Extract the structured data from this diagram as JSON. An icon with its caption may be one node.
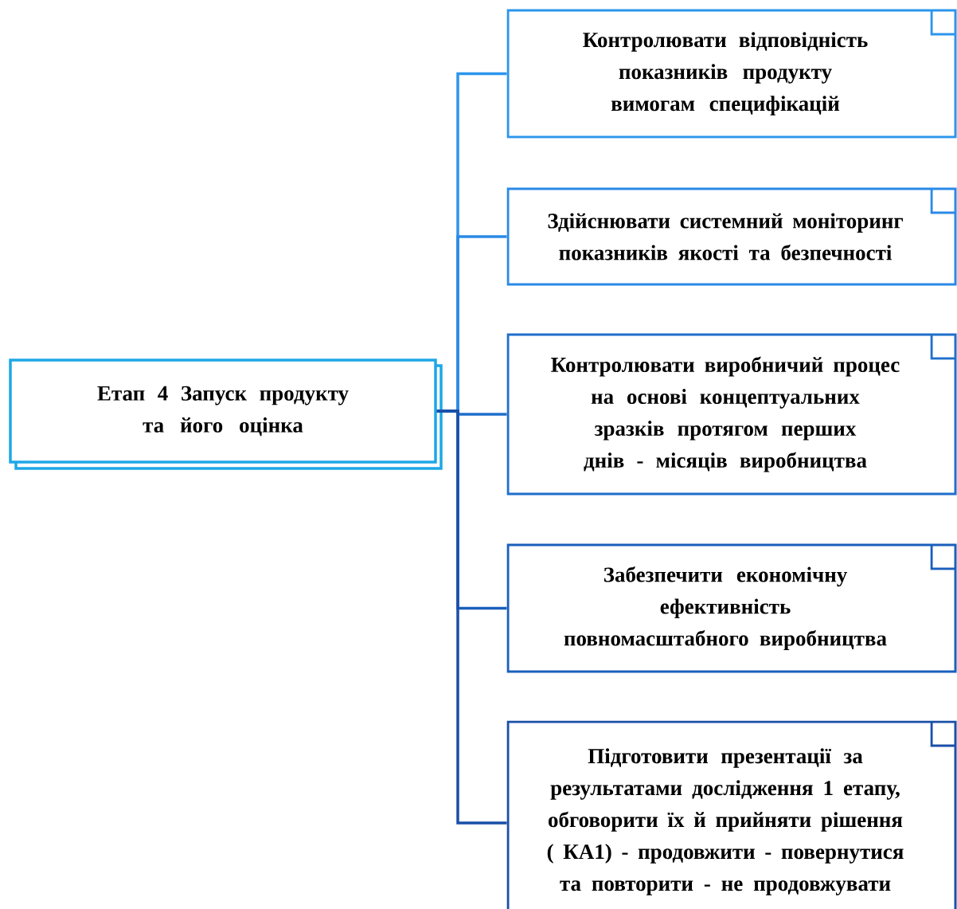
{
  "diagram": {
    "nodes": [
      {
        "text": [
          "Етап 4 Запуск продукту та його оцінка"
        ]
      },
      {
        "text": [
          "Контролювати відповідність показників продукту вимогам специфікацій"
        ]
      },
      {
        "text": [
          "Здійснювати системний моніторинг показників якості та безпечності"
        ]
      },
      {
        "text": [
          "Контролювати виробничий процес на основі концептуальних зразків протягом перших днів - місяців виробництва"
        ]
      },
      {
        "text": [
          "Забезпечити економічну ефективність  повномасштабного виробництва"
        ]
      },
      {
        "text": [
          "Підготовити презентації за результатами дослідження 1 етапу, обговорити їх й прийняти рішення ( КА1) - продовжити - повернутися та повторити - не продовжувати"
        ]
      }
    ],
    "edges": [
      {
        "from": 0,
        "to": 1,
        "arrow": "none",
        "color": "#2b95ec"
      },
      {
        "from": 0,
        "to": 2,
        "arrow": "none",
        "color": "#2a8ae6"
      },
      {
        "from": 0,
        "to": 3,
        "arrow": "none",
        "color": "#1f6fcc"
      },
      {
        "from": 0,
        "to": 4,
        "arrow": "none",
        "color": "#1a5fbd"
      },
      {
        "from": 0,
        "to": 5,
        "arrow": "none",
        "color": "#1a4fa8"
      }
    ]
  }
}
